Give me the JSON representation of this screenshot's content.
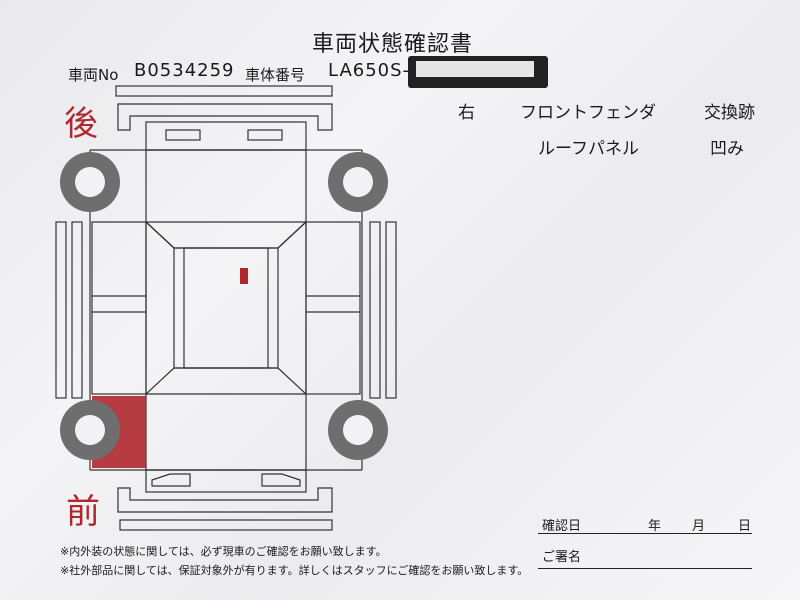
{
  "title": "車両状態確認書",
  "vehicle_no_label": "車両No",
  "vehicle_no_value": "B0534259",
  "chassis_label": "車体番号",
  "chassis_value": "LA650S-",
  "rear_label": "後",
  "front_label": "前",
  "notes": [
    {
      "side": "右",
      "part": "フロントフェンダ",
      "status": "交換跡"
    },
    {
      "side": "",
      "part": "ルーフパネル",
      "status": "凹み"
    }
  ],
  "footer_notes": [
    "※内外装の状態に関しては、必ず現車のご確認をお願い致します。",
    "※社外部品に関しては、保証対象外が有ります。詳しくはスタッフにご確認をお願い致します。"
  ],
  "confirm_date_label": "確認日",
  "year_label": "年",
  "month_label": "月",
  "day_label": "日",
  "signature_label": "ご署名",
  "colors": {
    "mark": "#b0282e",
    "line": "#333333"
  }
}
